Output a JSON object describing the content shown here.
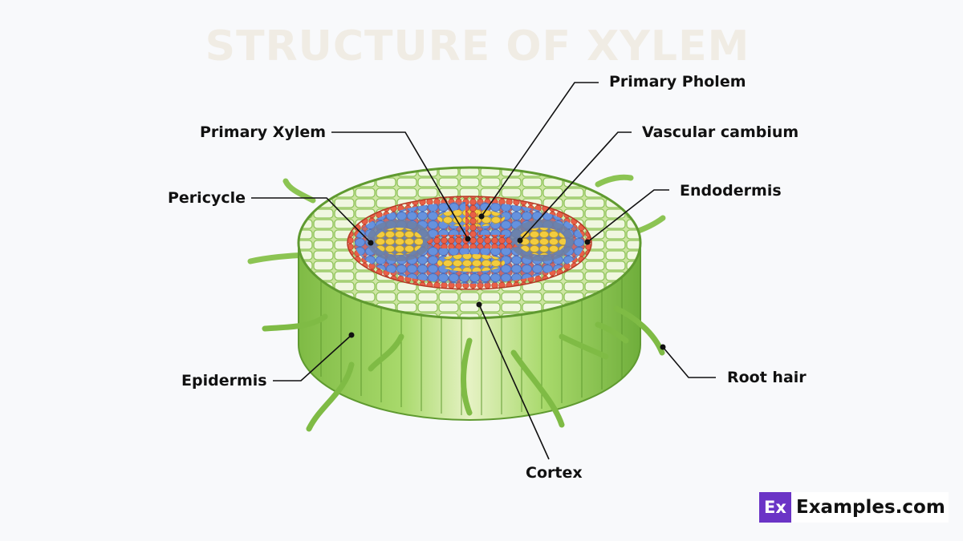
{
  "title": "STRUCTURE OF XYLEM",
  "labels": {
    "primary_phloem": "Primary Pholem",
    "primary_xylem": "Primary Xylem",
    "vascular_cambium": "Vascular cambium",
    "pericycle": "Pericycle",
    "endodermis": "Endodermis",
    "epidermis": "Epidermis",
    "root_hair": "Root hair",
    "cortex": "Cortex"
  },
  "logo": {
    "mark": "Ex",
    "text": "Examples.com"
  },
  "colors": {
    "stem_green": "#9ccf5e",
    "stem_dark": "#6fae3b",
    "cortex_cell": "#e8f4cf",
    "endodermis_red": "#e2553e",
    "vascular_blue": "#5b88d6",
    "xylem_yellow": "#f1c93a",
    "brand_purple": "#6b34c6"
  }
}
